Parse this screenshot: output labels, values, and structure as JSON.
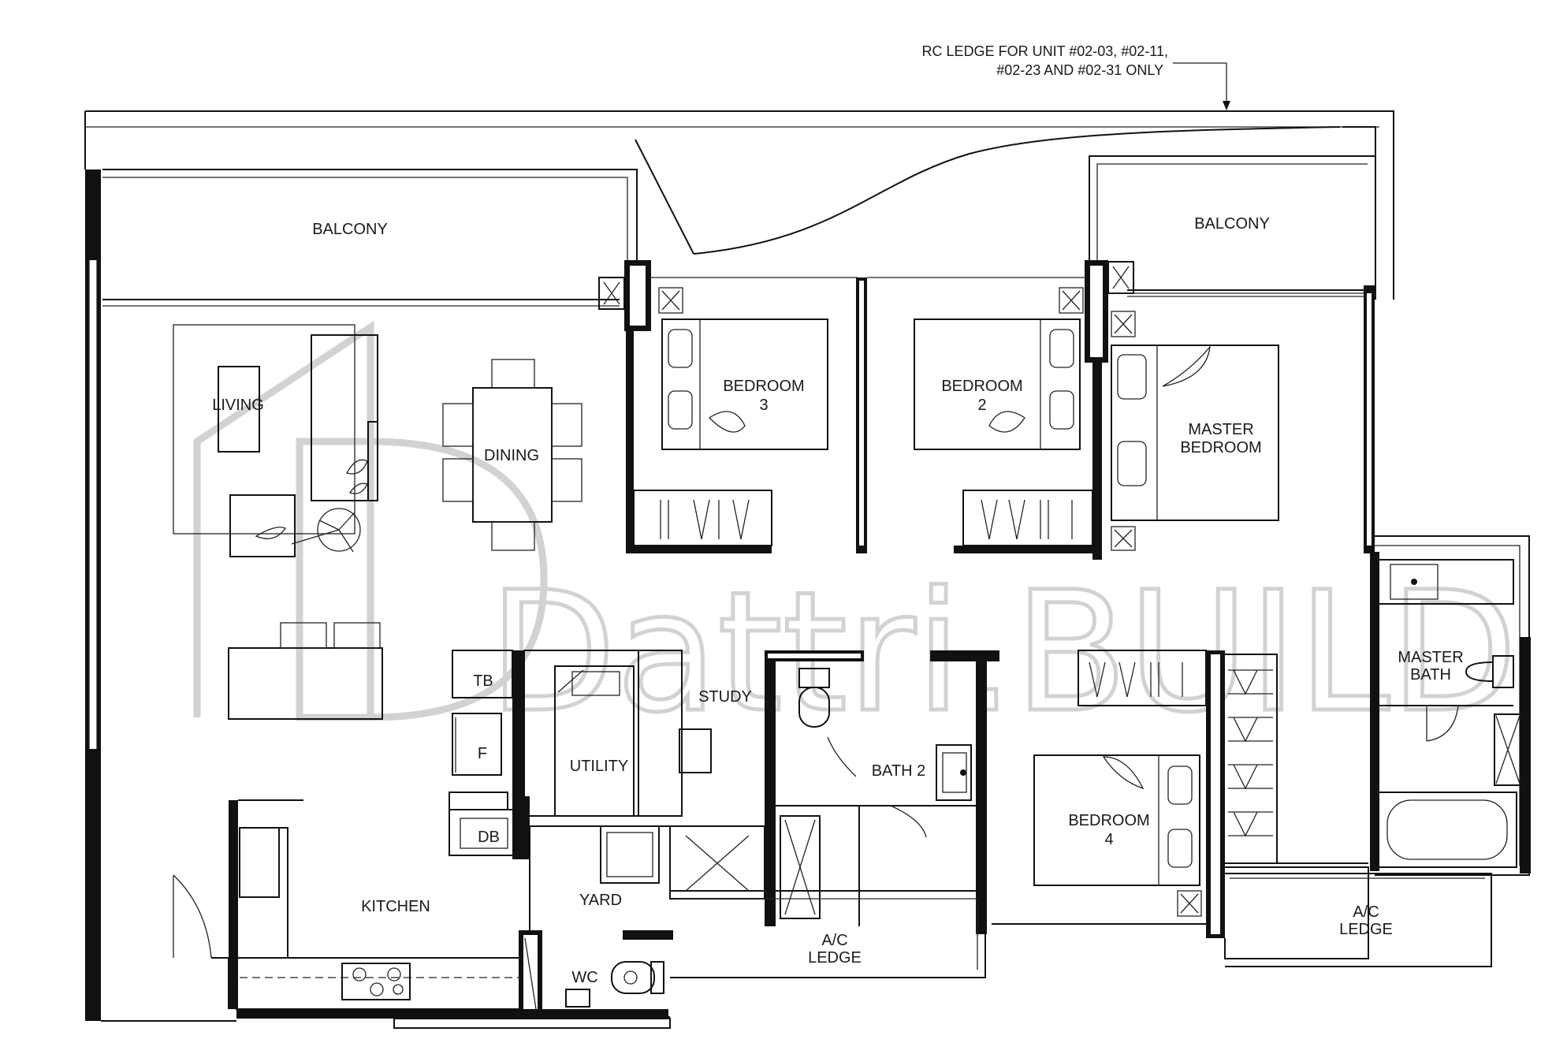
{
  "note": {
    "line1": "RC LEDGE FOR UNIT #02-03, #02-11,",
    "line2": "#02-23 AND #02-31 ONLY"
  },
  "watermark": {
    "text": "Dattri.BUILD"
  },
  "rooms": {
    "balcony_left": "BALCONY",
    "balcony_right": "BALCONY",
    "living": "LIVING",
    "dining": "DINING",
    "bedroom3_a": "BEDROOM",
    "bedroom3_b": "3",
    "bedroom2_a": "BEDROOM",
    "bedroom2_b": "2",
    "master_bedroom_a": "MASTER",
    "master_bedroom_b": "BEDROOM",
    "tb": "TB",
    "f": "F",
    "utility": "UTILITY",
    "study": "STUDY",
    "bath2": "BATH 2",
    "db": "DB",
    "kitchen": "KITCHEN",
    "yard": "YARD",
    "wc": "WC",
    "bedroom4_a": "BEDROOM",
    "bedroom4_b": "4",
    "master_bath_a": "MASTER",
    "master_bath_b": "BATH",
    "ac_ledge_mid_a": "A/C",
    "ac_ledge_mid_b": "LEDGE",
    "ac_ledge_right_a": "A/C",
    "ac_ledge_right_b": "LEDGE"
  }
}
